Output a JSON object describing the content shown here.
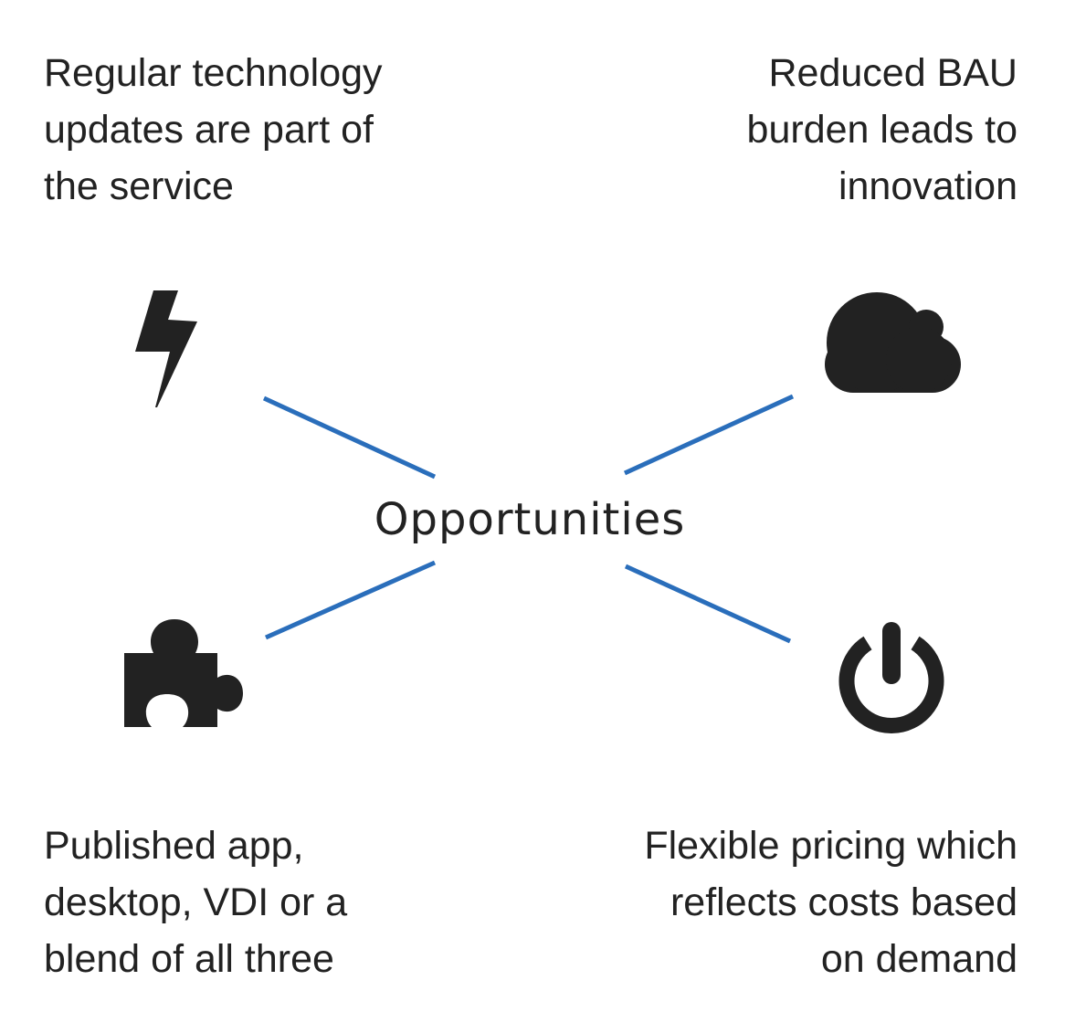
{
  "center_label": "Opportunities",
  "colors": {
    "connector": "#2a6ebb",
    "icon": "#222222",
    "text": "#222222",
    "background": "#ffffff"
  },
  "items": [
    {
      "position": "top-left",
      "icon": "lightning-bolt-icon",
      "lines": [
        "Regular technology",
        "updates are part of",
        "the service"
      ]
    },
    {
      "position": "top-right",
      "icon": "cloud-icon",
      "lines": [
        "Reduced BAU",
        "burden leads to",
        "innovation"
      ]
    },
    {
      "position": "bottom-left",
      "icon": "puzzle-piece-icon",
      "lines": [
        "Published app,",
        "desktop, VDI or a",
        "blend of all three"
      ]
    },
    {
      "position": "bottom-right",
      "icon": "power-icon",
      "lines": [
        "Flexible pricing which",
        "reflects costs based",
        "on demand"
      ]
    }
  ]
}
